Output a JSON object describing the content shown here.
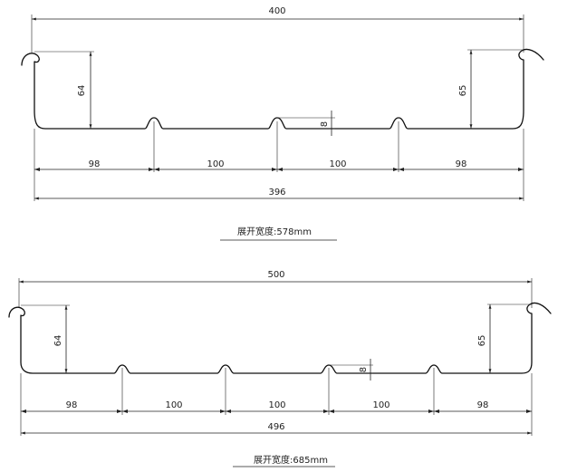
{
  "drawings": [
    {
      "overall_width": "400",
      "bottom_total": "396",
      "left_height": "64",
      "right_height": "65",
      "rib_height": "8",
      "segments": [
        "98",
        "100",
        "100",
        "98"
      ],
      "caption_label": "展开宽度:",
      "caption_value": "578mm"
    },
    {
      "overall_width": "500",
      "bottom_total": "496",
      "left_height": "64",
      "right_height": "65",
      "rib_height": "8",
      "segments": [
        "98",
        "100",
        "100",
        "100",
        "98"
      ],
      "caption_label": "展开宽度:",
      "caption_value": "685mm"
    }
  ]
}
